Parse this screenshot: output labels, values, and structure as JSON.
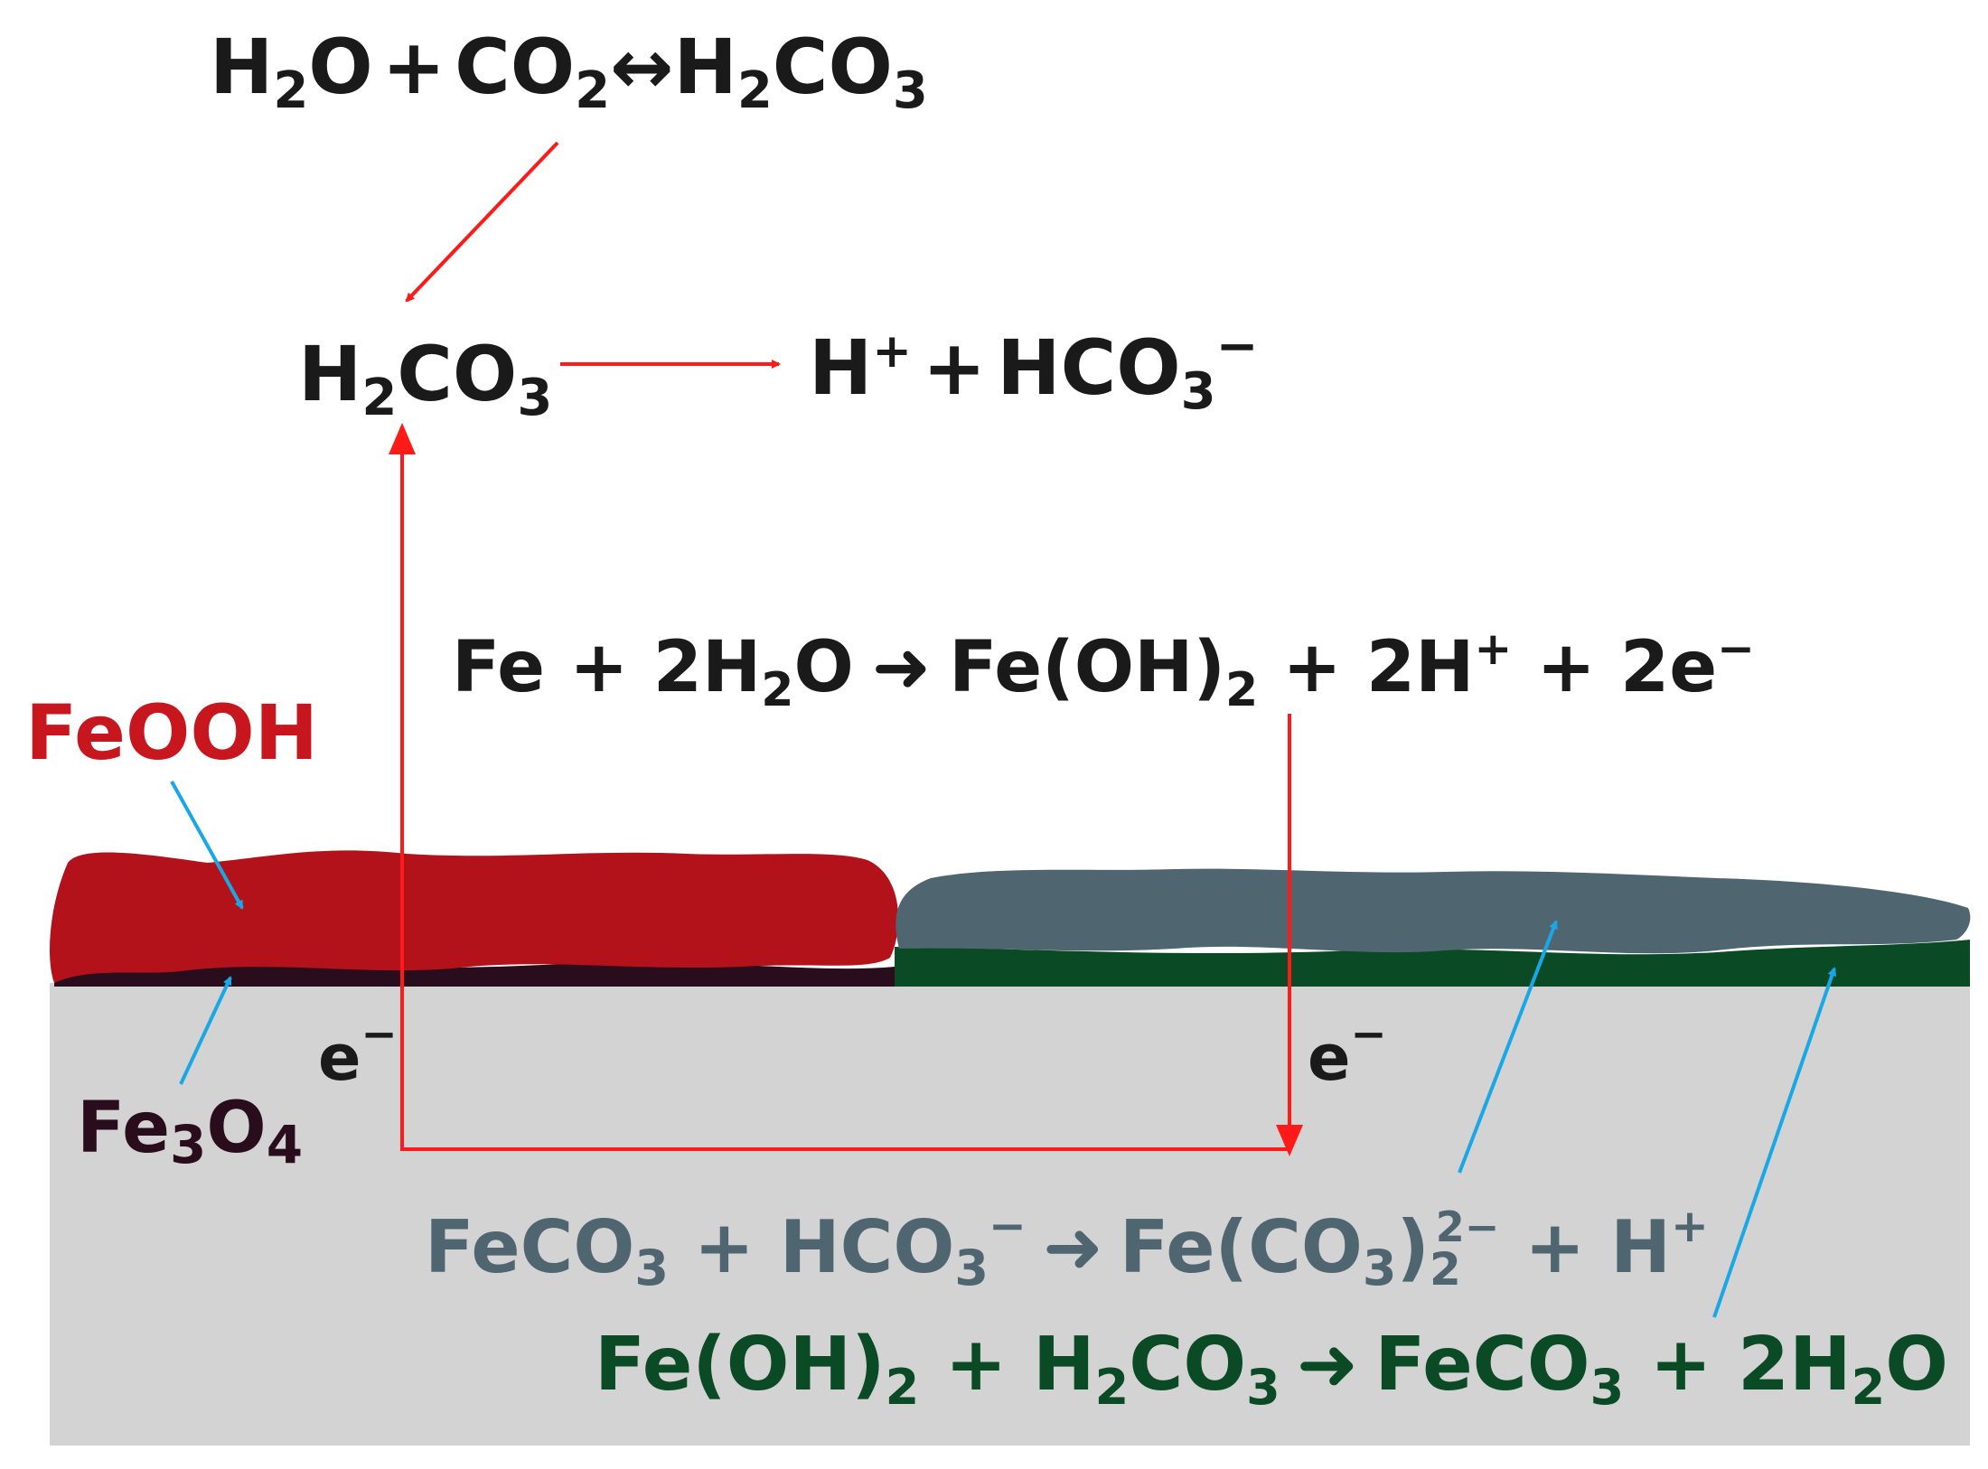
{
  "colors": {
    "background": "#ffffff",
    "steel": "#d3d3d3",
    "feooh_layer": "#b3121b",
    "fe3o4_layer": "#2a0d1d",
    "fe_co3_complex_layer": "#4f6670",
    "feco3_layer": "#0a4a25",
    "reaction_arrow": "#ff1a1a",
    "pointer_arrow": "#1aa7e6",
    "text_black": "#1a1a1a",
    "text_gray": "#4f6670",
    "text_green": "#0a4a25",
    "text_red": "#c8161e",
    "text_fe3o4": "#2a0d1d"
  },
  "equations": {
    "co2_hydration": {
      "reactant1_base": "H",
      "reactant1_sub": "2",
      "reactant1_end": "O",
      "plus": "+",
      "reactant2_base": "CO",
      "reactant2_sub": "2",
      "arrow": "↔",
      "product_base": "H",
      "product_sub1": "2",
      "product_mid": "CO",
      "product_sub2": "3"
    },
    "carbonic_dissociation": {
      "reactant_base": "H",
      "reactant_sub1": "2",
      "reactant_mid": "CO",
      "reactant_sub2": "3",
      "product1": "H",
      "product1_sup": "+",
      "plus": "+",
      "product2": "HCO",
      "product2_sub": "3",
      "product2_sup": "−"
    },
    "iron_oxidation": {
      "a": "Fe + 2H",
      "a_sub": "2",
      "a_end": "O",
      "arrow": "➜",
      "b": "Fe(OH)",
      "b_sub": "2",
      "c": " + 2H",
      "c_sup": "+",
      "d": " + 2e",
      "d_sup": "−"
    },
    "complex_formation": {
      "a": "FeCO",
      "a_sub": "3",
      "b": " + HCO",
      "b_sub": "3",
      "b_sup": "−",
      "arrow": "➜",
      "c": "Fe(CO",
      "c_sub": "3",
      "c_close": ")",
      "c_sub2": "2",
      "c_sup": "2−",
      "d": " + H",
      "d_sup": "+"
    },
    "siderite_formation": {
      "a": "Fe(OH)",
      "a_sub": "2",
      "b": " + H",
      "b_sub": "2",
      "b_mid": "CO",
      "b_sub2": "3",
      "arrow": "➜",
      "c": "FeCO",
      "c_sub": "3",
      "d": " + 2H",
      "d_sub": "2",
      "d_end": "O"
    }
  },
  "labels": {
    "feooh": "FeOOH",
    "fe3o4_base": "Fe",
    "fe3o4_sub1": "3",
    "fe3o4_mid": "O",
    "fe3o4_sub2": "4",
    "electron_left": "e",
    "electron_left_sup": "−",
    "electron_right": "e",
    "electron_right_sup": "−"
  }
}
